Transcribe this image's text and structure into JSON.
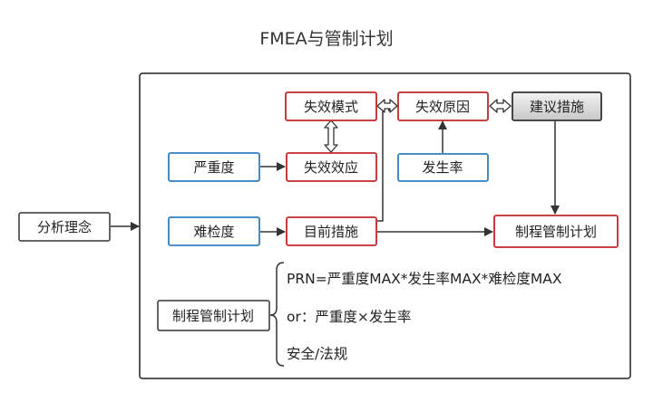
{
  "title": "FMEA与管制计划",
  "nodes": {
    "failure_mode": "失效模式",
    "failure_cause": "失效原因",
    "recommended_action": "建议措施",
    "severity": "严重度",
    "failure_effect": "失效效应",
    "occurrence": "发生率",
    "detection": "难检度",
    "current_control": "目前措施",
    "control_plan": "制程管制计划",
    "analysis_concept": "分析理念",
    "control_plan_left": "制程管制计划"
  },
  "notes": {
    "line1": "PRN=严重度MAX*发生率MAX*难检度MAX",
    "line2": "or：严重度×发生率",
    "line3": "安全/法规"
  },
  "colors": {
    "red_border": "#c0272d",
    "blue_border": "#2f7fc1",
    "dark_border": "#333333",
    "gray_fill": "#d9d9d9",
    "arrow": "#333333"
  }
}
